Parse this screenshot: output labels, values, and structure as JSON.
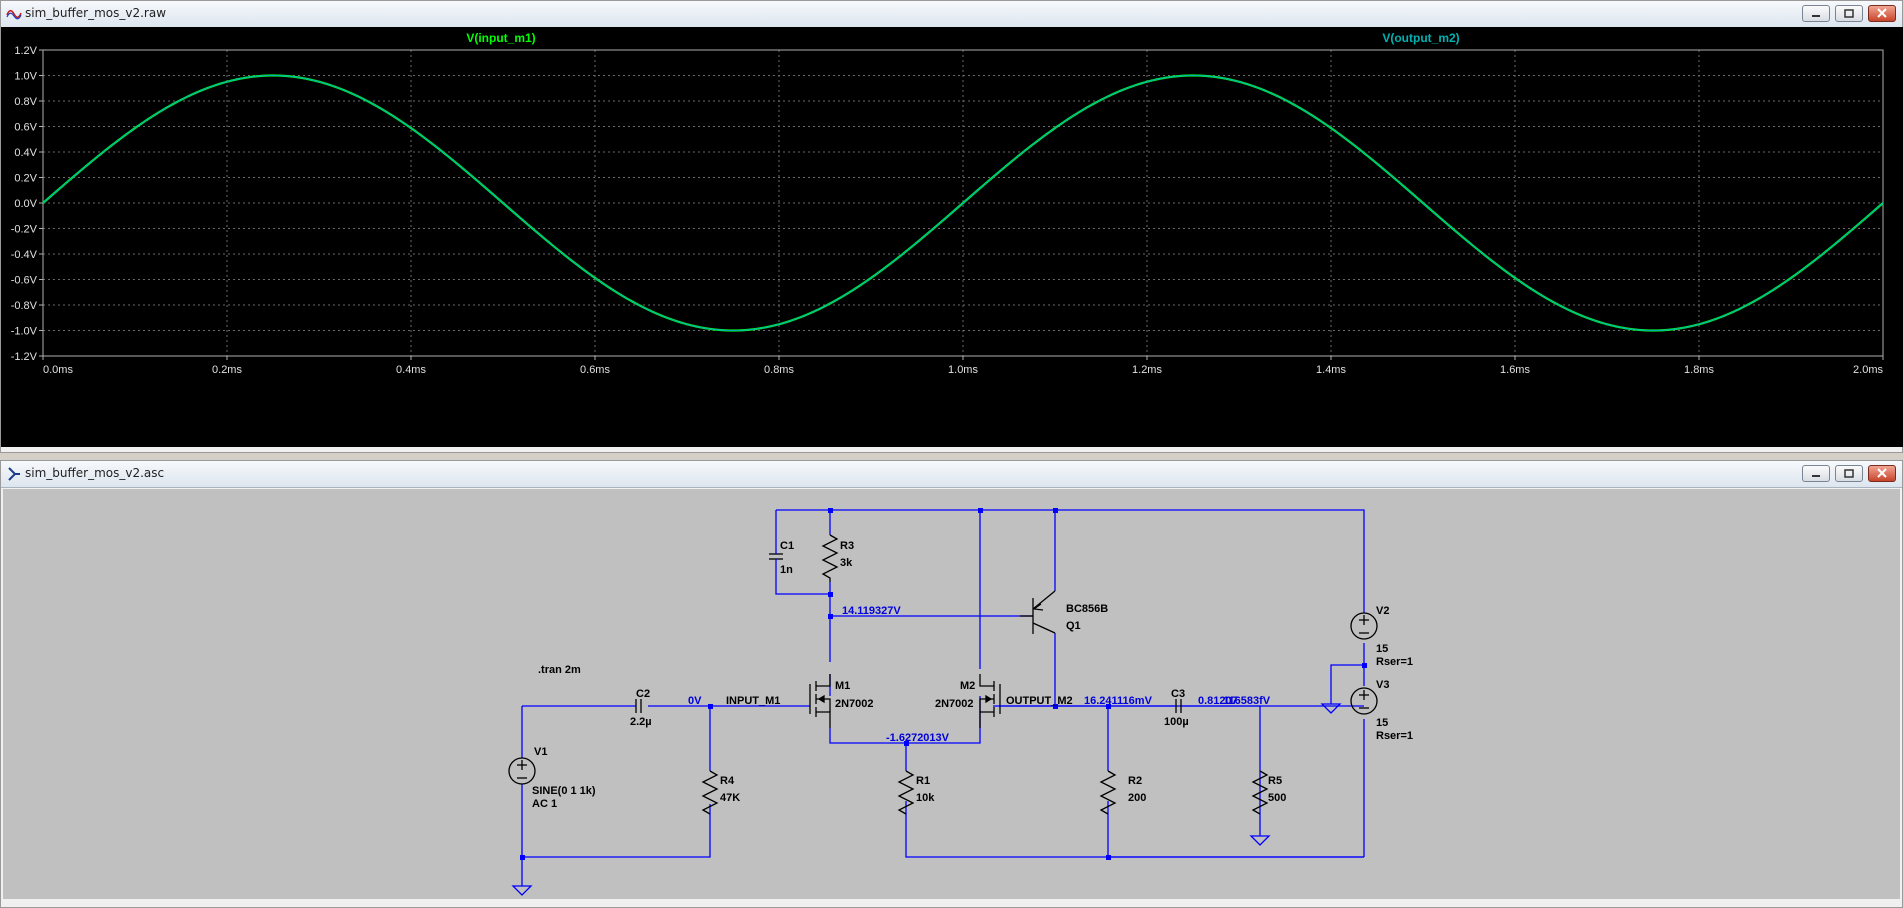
{
  "waveform_window": {
    "title": "sim_buffer_mos_v2.raw",
    "traces": [
      {
        "label": "V(input_m1)",
        "color": "#00ff00"
      },
      {
        "label": "V(output_m2)",
        "color": "#00b2b2"
      }
    ],
    "y_ticks": [
      "1.2V",
      "1.0V",
      "0.8V",
      "0.6V",
      "0.4V",
      "0.2V",
      "0.0V",
      "-0.2V",
      "-0.4V",
      "-0.6V",
      "-0.8V",
      "-1.0V",
      "-1.2V"
    ],
    "x_ticks": [
      "0.0ms",
      "0.2ms",
      "0.4ms",
      "0.6ms",
      "0.8ms",
      "1.0ms",
      "1.2ms",
      "1.4ms",
      "1.6ms",
      "1.8ms",
      "2.0ms"
    ]
  },
  "chart_data": {
    "type": "line",
    "x_unit": "ms",
    "y_unit": "V",
    "xlim": [
      0,
      2.0
    ],
    "ylim": [
      -1.2,
      1.2
    ],
    "grid": true,
    "series": [
      {
        "name": "V(input_m1)",
        "function": "sine",
        "amplitude": 1,
        "offset": 0,
        "frequency_khz": 1,
        "color": "#00ff00"
      },
      {
        "name": "V(output_m2)",
        "function": "sine",
        "amplitude": 1,
        "offset": 0,
        "frequency_khz": 1,
        "color": "#00b2b2"
      }
    ]
  },
  "schematic_window": {
    "title": "sim_buffer_mos_v2.asc",
    "directive": ".tran 2m",
    "components": {
      "C1": {
        "name": "C1",
        "value": "1n"
      },
      "R3": {
        "name": "R3",
        "value": "3k"
      },
      "Q1": {
        "name": "Q1",
        "model": "BC856B"
      },
      "M1": {
        "name": "M1",
        "model": "2N7002"
      },
      "M2": {
        "name": "M2",
        "model": "2N7002"
      },
      "C2": {
        "name": "C2",
        "value": "2.2µ"
      },
      "C3": {
        "name": "C3",
        "value": "100µ"
      },
      "V1": {
        "name": "V1",
        "value": "SINE(0 1 1k)",
        "ac": "AC 1"
      },
      "R4": {
        "name": "R4",
        "value": "47K"
      },
      "R1": {
        "name": "R1",
        "value": "10k"
      },
      "R2": {
        "name": "R2",
        "value": "200"
      },
      "R5": {
        "name": "R5",
        "value": "500"
      },
      "V2": {
        "name": "V2",
        "value": "15",
        "rser": "Rser=1"
      },
      "V3": {
        "name": "V3",
        "value": "15",
        "rser": "Rser=1"
      }
    },
    "net_labels": {
      "input": "INPUT_M1",
      "output": "OUTPUT_M2"
    },
    "voltages": {
      "q1_base": "14.119327V",
      "input_dc": "0V",
      "source_node": "-1.6272013V",
      "output_dc": "16.241116mV",
      "load_overlap_1": "0.81207",
      "load_overlap_2": "116583fV"
    },
    "colors": {
      "wire": "#0000ff",
      "text": "#000000",
      "voltage_text": "#0000dd",
      "background": "#c0c0c0"
    }
  }
}
